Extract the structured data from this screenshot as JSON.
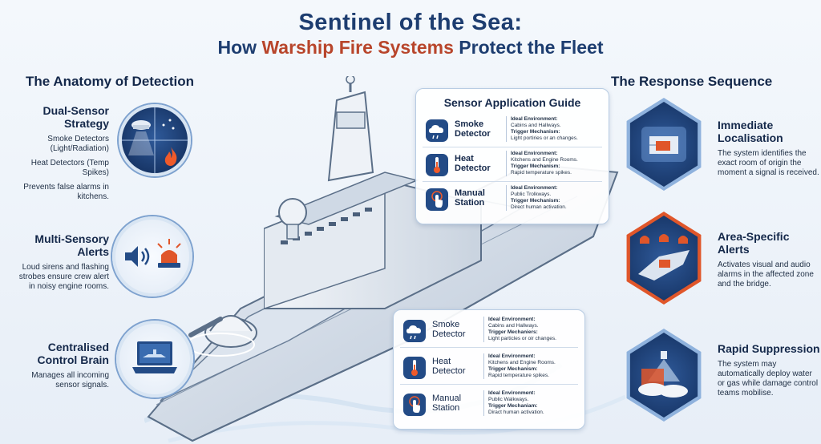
{
  "title": {
    "line1": "Sentinel of the Sea:",
    "line2_pre": "How ",
    "line2_accent": "Warship Fire Systems",
    "line2_post": " Protect the Fleet"
  },
  "left": {
    "heading": "The Anatomy of Detection",
    "items": [
      {
        "title": "Dual-Sensor Strategy",
        "body1": "Smoke Detectors (Light/Radiation)",
        "body2": "Heat Detectors (Temp Spikes)",
        "body3": "Prevents false alarms in kitchens."
      },
      {
        "title": "Multi-Sensory Alerts",
        "body1": "Loud sirens and flashing strobes ensure crew alert in noisy engine rooms."
      },
      {
        "title": "Centralised Control Brain",
        "body1": "Manages all incoming sensor signals."
      }
    ]
  },
  "right": {
    "heading": "The Response Sequence",
    "items": [
      {
        "title": "Immediate Localisation",
        "body": "The system identifies the exact room of origin the moment a signal is received."
      },
      {
        "title": "Area-Specific Alerts",
        "body": "Activates visual and audio alarms in the affected zone and the bridge."
      },
      {
        "title": "Rapid Suppression",
        "body": "The system may automatically deploy water or gas while damage control teams mobilise."
      }
    ]
  },
  "guide_top": {
    "title": "Sensor Application Guide",
    "rows": [
      {
        "name": "Smoke Detector",
        "env_label": "Ideal Environment:",
        "env": "Cabins and Hallways.",
        "trig_label": "Trigger Mechanism:",
        "trig": "Light portiries or an changes."
      },
      {
        "name": "Heat Detector",
        "env_label": "Ideal Environment:",
        "env": "Kitchens and Engine Rooms.",
        "trig_label": "Trigger Mechanism:",
        "trig": "Rapid temperature spikes."
      },
      {
        "name": "Manual Station",
        "env_label": "Ideal Environment:",
        "env": "Public Trolkways.",
        "trig_label": "Trigger Mechanism:",
        "trig": "Direct human activation."
      }
    ]
  },
  "guide_bottom": {
    "rows": [
      {
        "name": "Smoke Detector",
        "env_label": "Ideal Environment:",
        "env": "Cabins and Hallways.",
        "trig_label": "Trigger Mechaniers:",
        "trig": "Light particles or oir changes."
      },
      {
        "name": "Heat Detector",
        "env_label": "Ideal Environment:",
        "env": "Kitchens and Engine Rooms.",
        "trig_label": "Trigger Mechanism:",
        "trig": "Rapid temperature spikes."
      },
      {
        "name": "Manual Station",
        "env_label": "Ideal Environment:",
        "env": "Public Walkways.",
        "trig_label": "Trigger Mechaniam:",
        "trig": "Diract human activation."
      }
    ]
  },
  "icons": [
    "smoke-detector-icon",
    "heat-flame-icon",
    "speaker-icon",
    "siren-icon",
    "laptop-icon",
    "cloud-icon",
    "thermometer-icon",
    "hand-press-icon",
    "map-locate-icon",
    "alarm-zone-icon",
    "sprinkler-icon"
  ],
  "colors": {
    "navy": "#1d3d70",
    "accent": "#b8452b",
    "alert": "#e0562a"
  }
}
